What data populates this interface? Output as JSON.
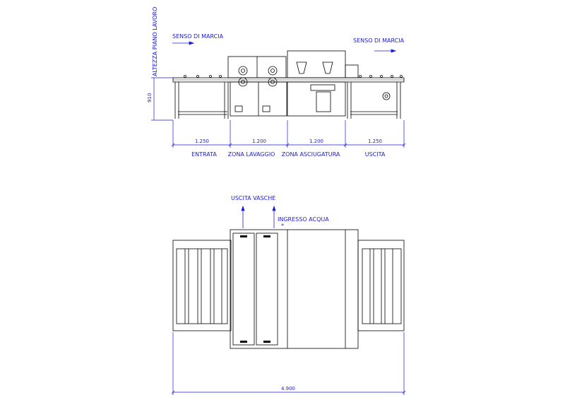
{
  "labels": {
    "direction_left": "SENSO DI MARCIA",
    "direction_right": "SENSO DI MARCIA",
    "work_height": "ALTEZZA PIANO LAVORO",
    "height_value": "910",
    "tank_outlet": "USCITA VASCHE",
    "water_inlet": "INGRESSO ACQUA",
    "water_inlet_mark": "*"
  },
  "zones": [
    {
      "length": "1.250",
      "name": "ENTRATA"
    },
    {
      "length": "1.200",
      "name": "ZONA LAVAGGIO"
    },
    {
      "length": "1.200",
      "name": "ZONA ASCIUGATURA"
    },
    {
      "length": "1.250",
      "name": "USCITA"
    }
  ],
  "total_length": "4.900",
  "colors": {
    "dimension": "#1a1ad8",
    "line": "#000000"
  }
}
